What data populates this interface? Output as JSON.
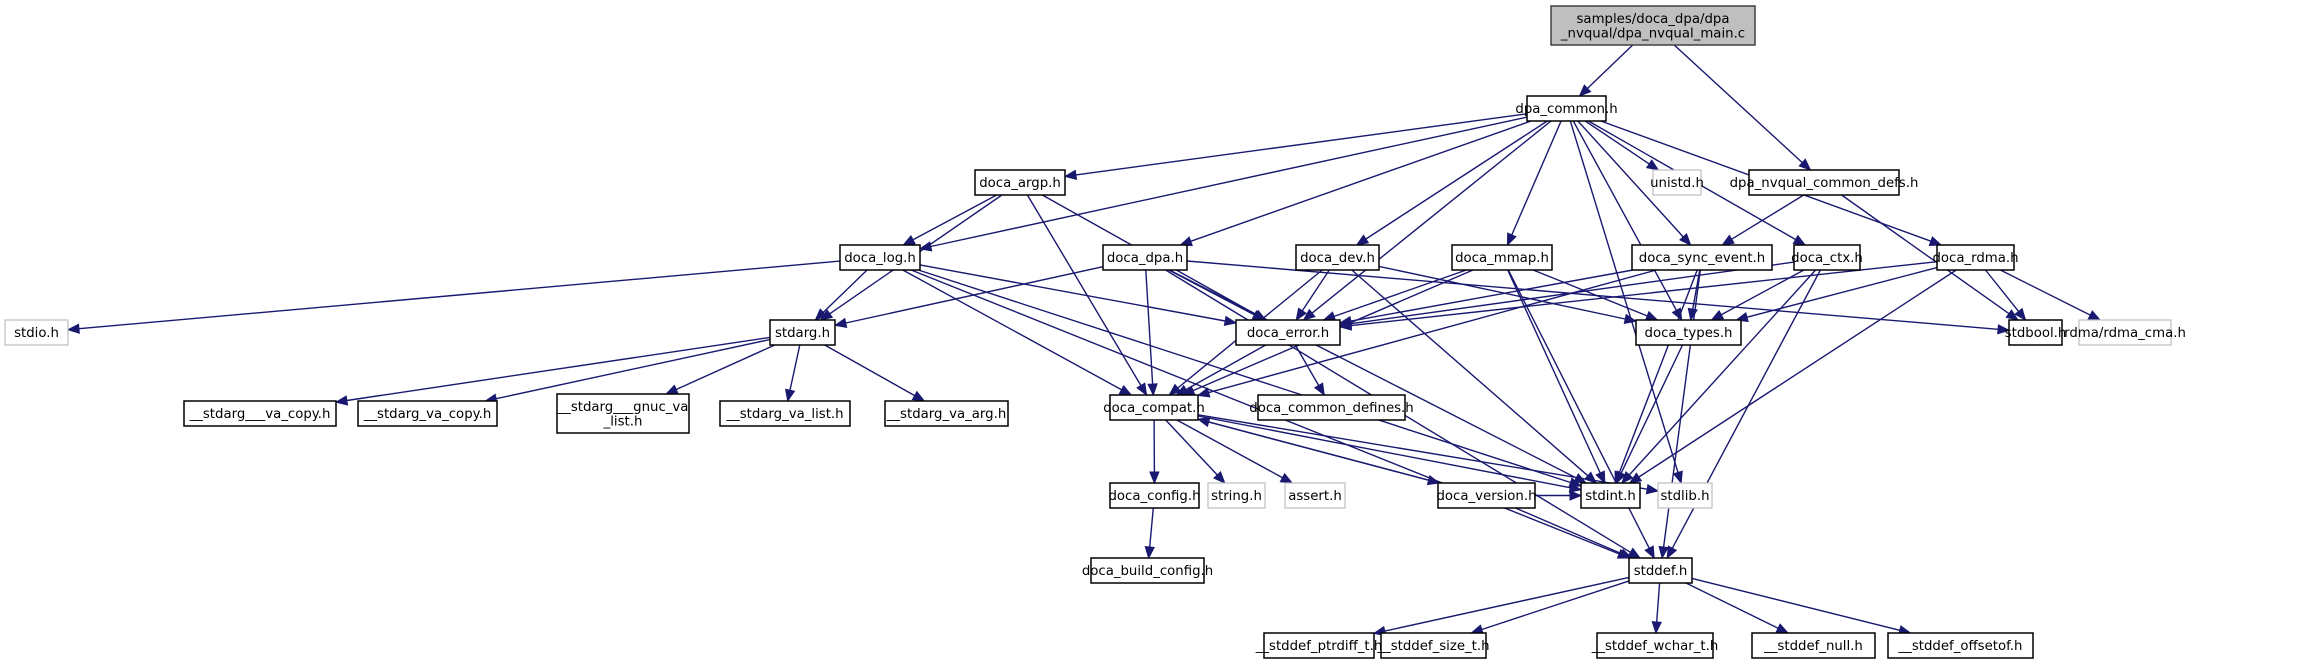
{
  "diagram": {
    "type": "include-dependency-graph",
    "root": "samples/doca_dpa/dpa_nvqual/dpa_nvqual_main.c",
    "colors": {
      "edge": "#191970",
      "root_fill": "#bfbfbf",
      "node_border": "#000000",
      "external_border": "#bfbfbf"
    },
    "nodes": [
      {
        "id": "main",
        "lines": [
          "samples/doca_dpa/dpa",
          "_nvqual/dpa_nvqual_main.c"
        ],
        "kind": "root"
      },
      {
        "id": "dpa_common",
        "lines": [
          "dpa_common.h"
        ],
        "kind": "local"
      },
      {
        "id": "nvqual_defs",
        "lines": [
          "dpa_nvqual_common_defs.h"
        ],
        "kind": "local"
      },
      {
        "id": "doca_argp",
        "lines": [
          "doca_argp.h"
        ],
        "kind": "local"
      },
      {
        "id": "unistd",
        "lines": [
          "unistd.h"
        ],
        "kind": "external"
      },
      {
        "id": "doca_log",
        "lines": [
          "doca_log.h"
        ],
        "kind": "local"
      },
      {
        "id": "doca_dpa",
        "lines": [
          "doca_dpa.h"
        ],
        "kind": "local"
      },
      {
        "id": "doca_dev",
        "lines": [
          "doca_dev.h"
        ],
        "kind": "local"
      },
      {
        "id": "doca_mmap",
        "lines": [
          "doca_mmap.h"
        ],
        "kind": "local"
      },
      {
        "id": "doca_sync_event",
        "lines": [
          "doca_sync_event.h"
        ],
        "kind": "local"
      },
      {
        "id": "doca_ctx",
        "lines": [
          "doca_ctx.h"
        ],
        "kind": "local"
      },
      {
        "id": "doca_rdma",
        "lines": [
          "doca_rdma.h"
        ],
        "kind": "local"
      },
      {
        "id": "stdio",
        "lines": [
          "stdio.h"
        ],
        "kind": "external"
      },
      {
        "id": "stdarg",
        "lines": [
          "stdarg.h"
        ],
        "kind": "local"
      },
      {
        "id": "doca_error",
        "lines": [
          "doca_error.h"
        ],
        "kind": "local"
      },
      {
        "id": "doca_types",
        "lines": [
          "doca_types.h"
        ],
        "kind": "local"
      },
      {
        "id": "stdbool",
        "lines": [
          "stdbool.h"
        ],
        "kind": "local"
      },
      {
        "id": "rdma_cma",
        "lines": [
          "rdma/rdma_cma.h"
        ],
        "kind": "external"
      },
      {
        "id": "va_copy2",
        "lines": [
          "__stdarg___va_copy.h"
        ],
        "kind": "local"
      },
      {
        "id": "va_copy",
        "lines": [
          "__stdarg_va_copy.h"
        ],
        "kind": "local"
      },
      {
        "id": "gnuc_va_list",
        "lines": [
          "__stdarg___gnuc_va",
          "_list.h"
        ],
        "kind": "local"
      },
      {
        "id": "va_list",
        "lines": [
          "__stdarg_va_list.h"
        ],
        "kind": "local"
      },
      {
        "id": "va_arg",
        "lines": [
          "__stdarg_va_arg.h"
        ],
        "kind": "local"
      },
      {
        "id": "doca_compat",
        "lines": [
          "doca_compat.h"
        ],
        "kind": "local"
      },
      {
        "id": "common_defines",
        "lines": [
          "doca_common_defines.h"
        ],
        "kind": "local"
      },
      {
        "id": "doca_config",
        "lines": [
          "doca_config.h"
        ],
        "kind": "local"
      },
      {
        "id": "string",
        "lines": [
          "string.h"
        ],
        "kind": "external"
      },
      {
        "id": "assert",
        "lines": [
          "assert.h"
        ],
        "kind": "external"
      },
      {
        "id": "doca_version",
        "lines": [
          "doca_version.h"
        ],
        "kind": "local"
      },
      {
        "id": "stdint",
        "lines": [
          "stdint.h"
        ],
        "kind": "local"
      },
      {
        "id": "stdlib",
        "lines": [
          "stdlib.h"
        ],
        "kind": "external"
      },
      {
        "id": "build_config",
        "lines": [
          "doca_build_config.h"
        ],
        "kind": "local"
      },
      {
        "id": "stddef",
        "lines": [
          "stddef.h"
        ],
        "kind": "local"
      },
      {
        "id": "ptrdiff",
        "lines": [
          "__stddef_ptrdiff_t.h"
        ],
        "kind": "local"
      },
      {
        "id": "size_t",
        "lines": [
          "__stddef_size_t.h"
        ],
        "kind": "local"
      },
      {
        "id": "wchar_t",
        "lines": [
          "__stddef_wchar_t.h"
        ],
        "kind": "local"
      },
      {
        "id": "null",
        "lines": [
          "__stddef_null.h"
        ],
        "kind": "local"
      },
      {
        "id": "offsetof",
        "lines": [
          "__stddef_offsetof.h"
        ],
        "kind": "local"
      }
    ],
    "edges": [
      [
        "main",
        "dpa_common"
      ],
      [
        "main",
        "nvqual_defs"
      ],
      [
        "dpa_common",
        "doca_argp"
      ],
      [
        "dpa_common",
        "doca_log"
      ],
      [
        "dpa_common",
        "doca_dpa"
      ],
      [
        "dpa_common",
        "doca_error"
      ],
      [
        "dpa_common",
        "doca_dev"
      ],
      [
        "dpa_common",
        "doca_mmap"
      ],
      [
        "dpa_common",
        "doca_types"
      ],
      [
        "dpa_common",
        "doca_sync_event"
      ],
      [
        "dpa_common",
        "doca_ctx"
      ],
      [
        "dpa_common",
        "unistd"
      ],
      [
        "dpa_common",
        "doca_rdma"
      ],
      [
        "dpa_common",
        "stdlib"
      ],
      [
        "nvqual_defs",
        "doca_sync_event"
      ],
      [
        "nvqual_defs",
        "stdbool"
      ],
      [
        "doca_argp",
        "doca_log"
      ],
      [
        "doca_argp",
        "stdarg"
      ],
      [
        "doca_argp",
        "doca_error"
      ],
      [
        "doca_argp",
        "doca_compat"
      ],
      [
        "doca_log",
        "stdio"
      ],
      [
        "doca_log",
        "stdarg"
      ],
      [
        "doca_log",
        "doca_error"
      ],
      [
        "doca_log",
        "doca_compat"
      ],
      [
        "doca_log",
        "stdint"
      ],
      [
        "doca_log",
        "stddef"
      ],
      [
        "doca_dpa",
        "stdarg"
      ],
      [
        "doca_dpa",
        "doca_error"
      ],
      [
        "doca_dpa",
        "doca_compat"
      ],
      [
        "doca_dpa",
        "stdint"
      ],
      [
        "doca_dpa",
        "stddef"
      ],
      [
        "doca_dpa",
        "stdbool"
      ],
      [
        "doca_dev",
        "doca_error"
      ],
      [
        "doca_dev",
        "doca_compat"
      ],
      [
        "doca_dev",
        "doca_types"
      ],
      [
        "doca_dev",
        "stdint"
      ],
      [
        "doca_mmap",
        "doca_error"
      ],
      [
        "doca_mmap",
        "doca_compat"
      ],
      [
        "doca_mmap",
        "doca_types"
      ],
      [
        "doca_mmap",
        "stdint"
      ],
      [
        "doca_mmap",
        "stddef"
      ],
      [
        "doca_sync_event",
        "doca_error"
      ],
      [
        "doca_sync_event",
        "doca_compat"
      ],
      [
        "doca_sync_event",
        "doca_types"
      ],
      [
        "doca_sync_event",
        "stdint"
      ],
      [
        "doca_sync_event",
        "stddef"
      ],
      [
        "doca_ctx",
        "doca_error"
      ],
      [
        "doca_ctx",
        "doca_types"
      ],
      [
        "doca_ctx",
        "stdint"
      ],
      [
        "doca_ctx",
        "stddef"
      ],
      [
        "doca_rdma",
        "doca_error"
      ],
      [
        "doca_rdma",
        "doca_types"
      ],
      [
        "doca_rdma",
        "stdbool"
      ],
      [
        "doca_rdma",
        "rdma_cma"
      ],
      [
        "doca_rdma",
        "stdint"
      ],
      [
        "stdarg",
        "va_copy2"
      ],
      [
        "stdarg",
        "va_copy"
      ],
      [
        "stdarg",
        "gnuc_va_list"
      ],
      [
        "stdarg",
        "va_list"
      ],
      [
        "stdarg",
        "va_arg"
      ],
      [
        "doca_error",
        "doca_compat"
      ],
      [
        "doca_error",
        "common_defines"
      ],
      [
        "doca_types",
        "stdint"
      ],
      [
        "doca_compat",
        "doca_config"
      ],
      [
        "doca_compat",
        "string"
      ],
      [
        "doca_compat",
        "assert"
      ],
      [
        "doca_compat",
        "doca_version"
      ],
      [
        "doca_compat",
        "stdint"
      ],
      [
        "doca_compat",
        "stdlib"
      ],
      [
        "doca_version",
        "doca_compat"
      ],
      [
        "doca_version",
        "stdint"
      ],
      [
        "doca_version",
        "stddef"
      ],
      [
        "doca_config",
        "build_config"
      ],
      [
        "stddef",
        "ptrdiff"
      ],
      [
        "stddef",
        "size_t"
      ],
      [
        "stddef",
        "wchar_t"
      ],
      [
        "stddef",
        "null"
      ],
      [
        "stddef",
        "offsetof"
      ]
    ]
  }
}
